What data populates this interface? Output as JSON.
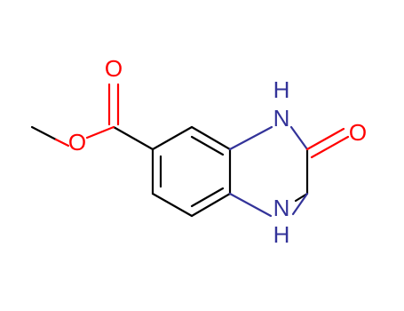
{
  "colors": {
    "background": "#ffffff",
    "carbon_bond": "#000000",
    "oxygen": "#ff0000",
    "nitrogen": "#333399"
  },
  "atoms": {
    "ester_carbonyl_oxygen": "O",
    "ester_ether_oxygen": "O",
    "lactam_carbonyl_oxygen": "O",
    "nitrogen_upper": "N",
    "nitrogen_upper_h": "H",
    "nitrogen_lower": "N",
    "nitrogen_lower_h": "H"
  }
}
